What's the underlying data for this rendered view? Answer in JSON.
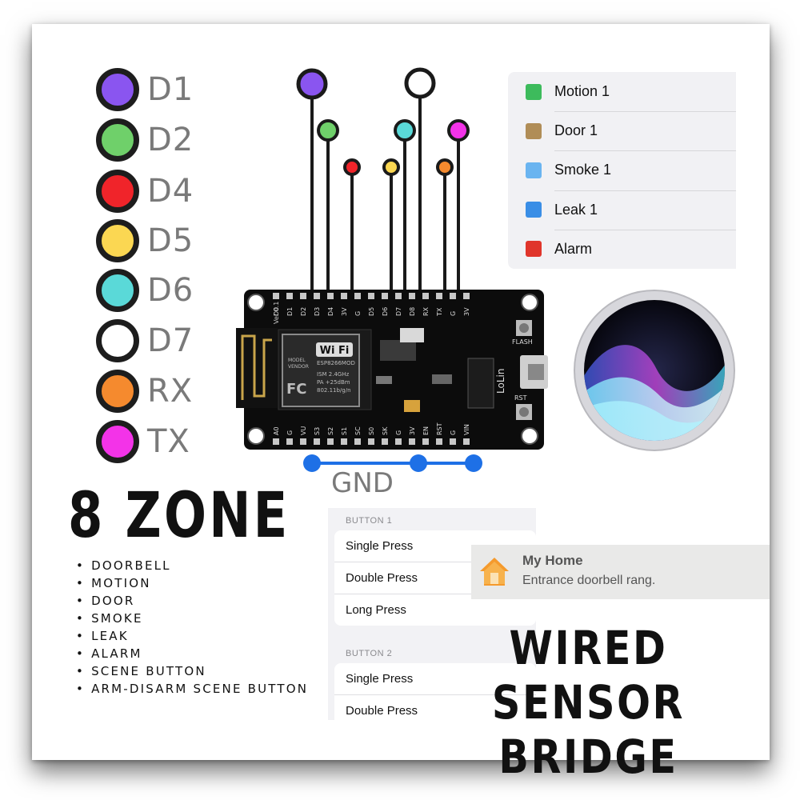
{
  "legend": [
    {
      "label": "D1",
      "color": "#8a55f0",
      "fill": true
    },
    {
      "label": "D2",
      "color": "#6fd06a",
      "fill": true
    },
    {
      "label": "D4",
      "color": "#f0242a",
      "fill": true
    },
    {
      "label": "D5",
      "color": "#fbd752",
      "fill": true
    },
    {
      "label": "D6",
      "color": "#5ad9d8",
      "fill": true
    },
    {
      "label": "D7",
      "color": "#ffffff",
      "fill": false
    },
    {
      "label": "RX",
      "color": "#f58a2e",
      "fill": true
    },
    {
      "label": "TX",
      "color": "#f333e8",
      "fill": true
    }
  ],
  "gnd_label": "GND",
  "gnd_color": "#1e70e6",
  "board": {
    "top_pins": [
      "D0",
      "D1",
      "D2",
      "D3",
      "D4",
      "3V",
      "G",
      "D5",
      "D6",
      "D7",
      "D8",
      "RX",
      "TX",
      "G",
      "3V"
    ],
    "bottom_pins": [
      "A0",
      "G",
      "VU",
      "S3",
      "S2",
      "S1",
      "SC",
      "S0",
      "SK",
      "G",
      "3V",
      "EN",
      "RST",
      "G",
      "VIN"
    ],
    "wifi_label": "Wi Fi",
    "module_lines": [
      "ESP8266MOD",
      "ISM 2.4GHz",
      "PA +25dBm",
      "802.11b/g/n"
    ],
    "vendor_lines": [
      "MODEL",
      "VENDOR"
    ],
    "fc_mark": "FC",
    "flash_label": "FLASH",
    "rst_label": "RST",
    "brand": "LoLin",
    "ver": "Ver 0.1"
  },
  "accessories": [
    {
      "name": "Motion 1",
      "icon": "motion-sensor-icon",
      "color": "#3dbb5c"
    },
    {
      "name": "Door 1",
      "icon": "door-sensor-icon",
      "color": "#b08d57"
    },
    {
      "name": "Smoke 1",
      "icon": "smoke-sensor-icon",
      "color": "#6ab4f0"
    },
    {
      "name": "Leak 1",
      "icon": "leak-sensor-icon",
      "color": "#3a8ee6"
    },
    {
      "name": "Alarm",
      "icon": "alarm-siren-icon",
      "color": "#e0352b"
    }
  ],
  "zone_title": "8 ZONE",
  "features": [
    "DOORBELL",
    "MOTION",
    "DOOR",
    "SMOKE",
    "LEAK",
    "ALARM",
    "SCENE BUTTON",
    "ARM-DISARM SCENE BUTTON"
  ],
  "button_panel": {
    "groups": [
      {
        "header": "BUTTON 1",
        "items": [
          "Single Press",
          "Double Press",
          "Long Press"
        ]
      },
      {
        "header": "BUTTON 2",
        "items": [
          "Single Press",
          "Double Press"
        ]
      }
    ]
  },
  "notification": {
    "app": "My Home",
    "message": "Entrance doorbell rang.",
    "icon": "home-app-icon"
  },
  "headline": [
    "WIRED SENSOR",
    "BRIDGE"
  ]
}
